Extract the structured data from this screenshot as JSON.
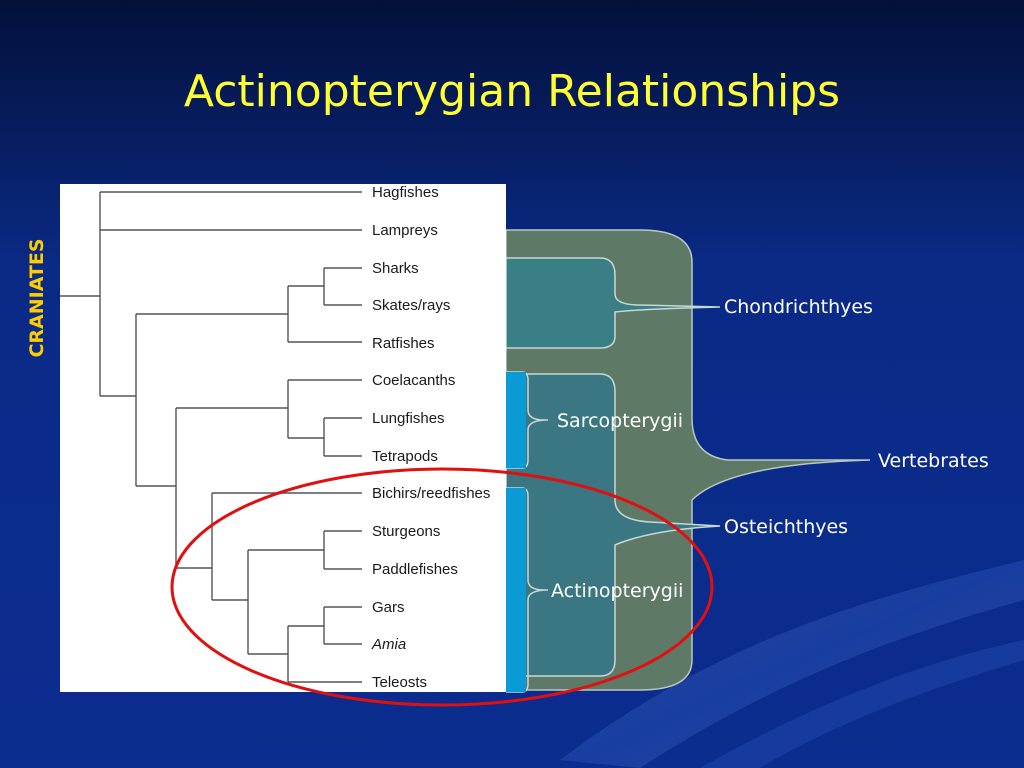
{
  "slide": {
    "title": "Actinopterygian Relationships",
    "side_label": "CRANIATES"
  },
  "taxa": [
    {
      "name": "Hagfishes",
      "italic": false
    },
    {
      "name": "Lampreys",
      "italic": false
    },
    {
      "name": "Sharks",
      "italic": false
    },
    {
      "name": "Skates/rays",
      "italic": false
    },
    {
      "name": "Ratfishes",
      "italic": false
    },
    {
      "name": "Coelacanths",
      "italic": false
    },
    {
      "name": "Lungfishes",
      "italic": false
    },
    {
      "name": "Tetrapods",
      "italic": false
    },
    {
      "name": "Bichirs/reedfishes",
      "italic": false
    },
    {
      "name": "Sturgeons",
      "italic": false
    },
    {
      "name": "Paddlefishes",
      "italic": false
    },
    {
      "name": "Gars",
      "italic": false
    },
    {
      "name": "Amia",
      "italic": true
    },
    {
      "name": "Teleosts",
      "italic": false
    }
  ],
  "groups": {
    "chondrichthyes": "Chondrichthyes",
    "sarcopterygii": "Sarcopterygii",
    "actinopterygii": "Actinopterygii",
    "osteichthyes": "Osteichthyes",
    "vertebrates": "Vertebrates"
  },
  "colors": {
    "title": "#ffff33",
    "side_label": "#ffcc00",
    "vertebrate_bracket": "#5e7a66",
    "chondrichthyes_bracket": "#3a7f86",
    "osteichthyes_bracket": "#3b7782",
    "highlight_bar": "#0a9ad6",
    "ellipse": "#e01010"
  }
}
